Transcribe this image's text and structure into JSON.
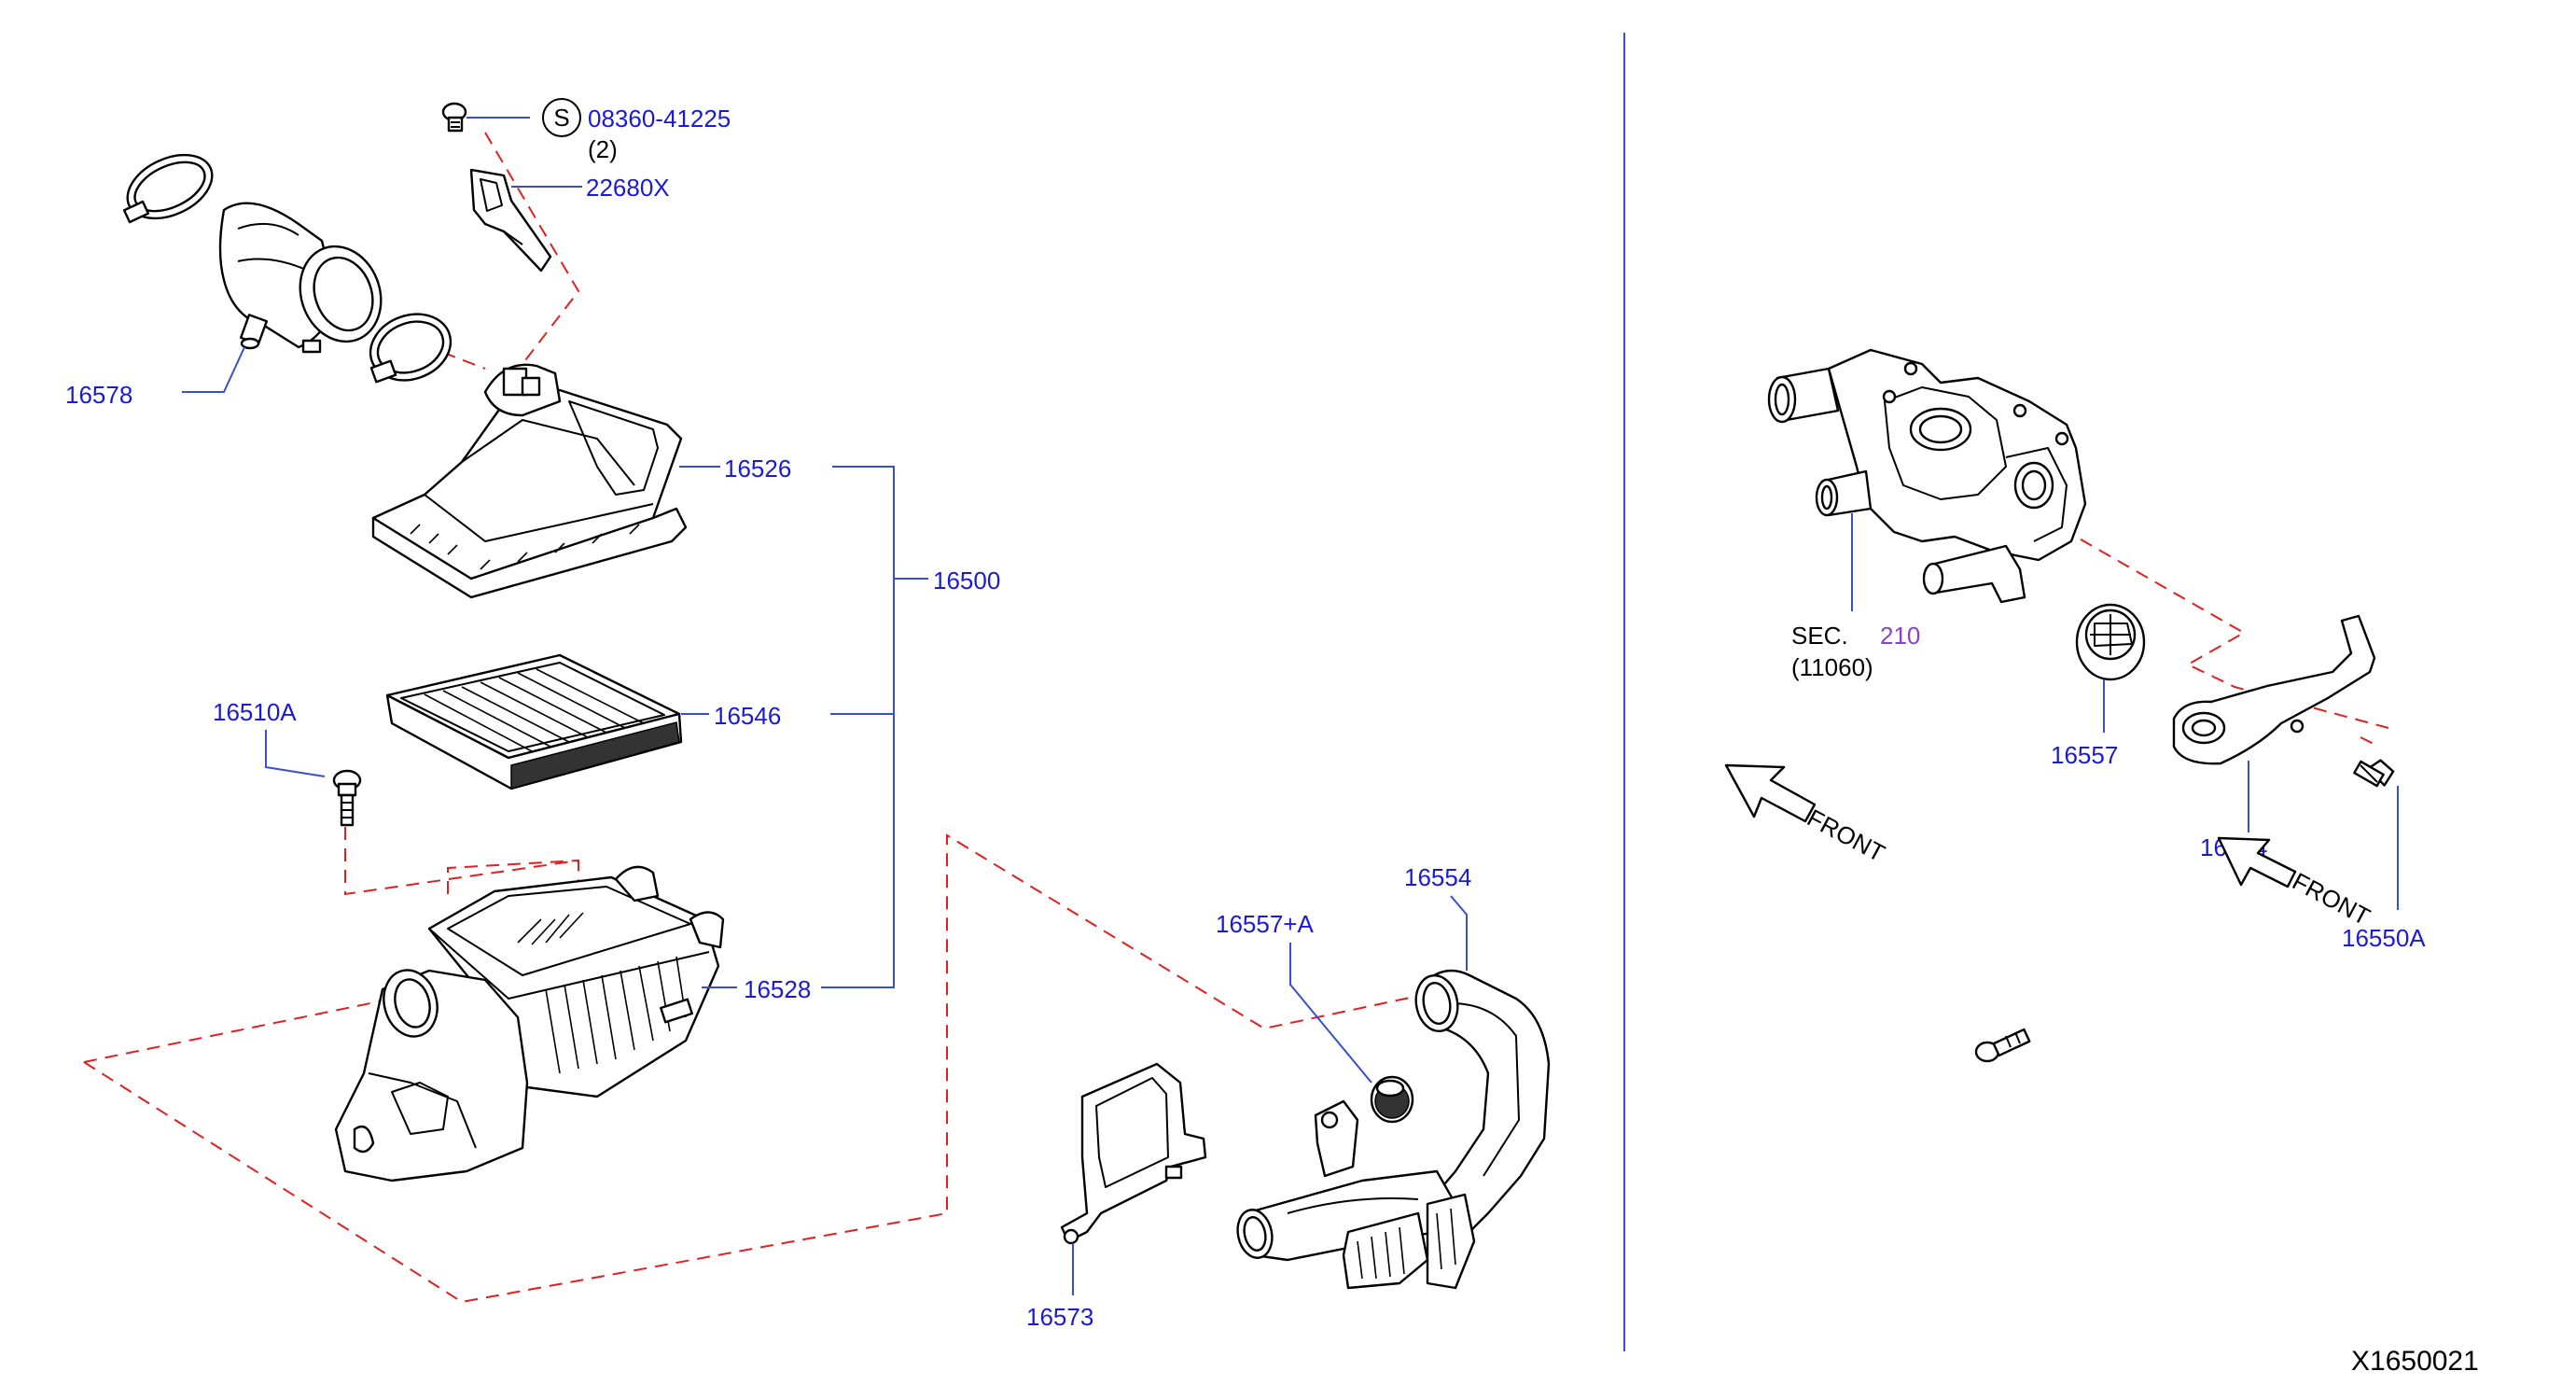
{
  "labels": {
    "bolt_std": "08360-41225",
    "bolt_qty": "(2)",
    "sensor": "22680X",
    "duct_outlet": "16578",
    "cover_upper": "16526",
    "assembly": "16500",
    "element": "16546",
    "bolt_lower": "16510A",
    "case_lower": "16528",
    "grommet_a": "16557+A",
    "duct_inlet": "16554",
    "bracket": "16573",
    "sec_prefix": "SEC.",
    "sec_number": "210",
    "sec_ref": "(11060)",
    "grommet": "16557",
    "mount_bracket": "16574",
    "bolt_right": "16550A",
    "front_left": "FRONT",
    "front_right": "FRONT",
    "diagram_id": "X1650021"
  },
  "symbols": {
    "standard_part_mark": "S"
  },
  "colors": {
    "part_number": "#1a1ad6",
    "section_number": "#8a3fd1",
    "leader": "#3a4fd0",
    "assembly_dash": "#e02020"
  }
}
